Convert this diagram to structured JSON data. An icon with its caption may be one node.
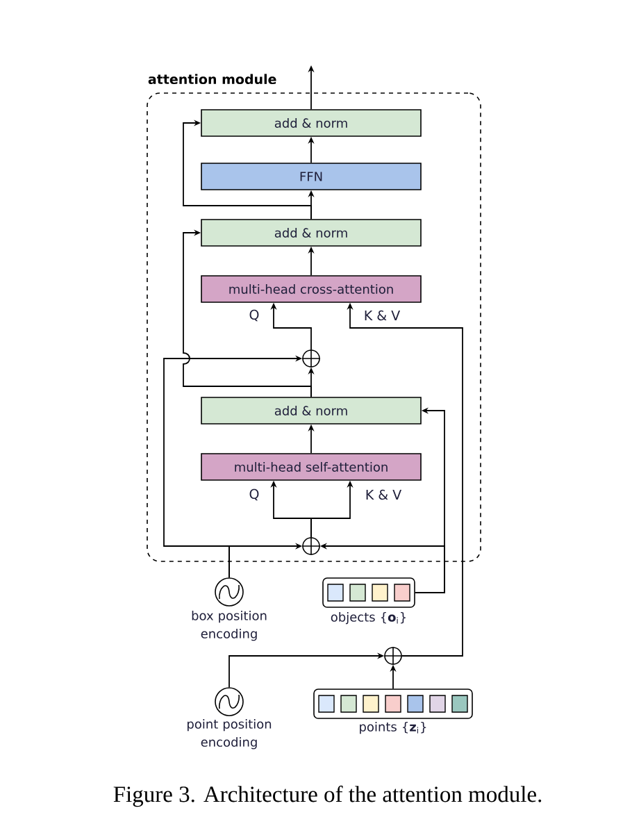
{
  "diagram": {
    "caption": "Figure 3. Architecture of the attention module.",
    "nodes": [
      {
        "text": [
          "attention module"
        ]
      },
      {
        "text": [
          "add & norm"
        ],
        "in": 0
      },
      {
        "text": [
          "FFN"
        ],
        "in": 0
      },
      {
        "text": [
          "add & norm"
        ],
        "in": 0
      },
      {
        "text": [
          "multi-head cross-attention"
        ],
        "in": 0
      },
      {
        "text": [],
        "shape": "circle",
        "in": 0
      },
      {
        "text": [
          "add & norm"
        ],
        "in": 0
      },
      {
        "text": [
          "multi-head  self-attention"
        ],
        "in": 0
      },
      {
        "text": [],
        "shape": "circle",
        "in": 0
      },
      {
        "text": [],
        "shape": "circle",
        "beside": [
          "box position encoding"
        ]
      },
      {
        "text": [],
        "shape": "box",
        "beside": [
          "objects {**o**$_{i}$}"
        ]
      },
      {
        "text": [],
        "shape": "circle"
      },
      {
        "text": [],
        "shape": "circle",
        "beside": [
          "point position encoding"
        ]
      },
      {
        "text": [],
        "shape": "box",
        "beside": [
          "points {**z**$_{i}$}"
        ]
      }
    ],
    "edges": [
      {
        "from": 1,
        "to": null,
        "arrow": "to"
      },
      {
        "from": 2,
        "to": 1,
        "arrow": "to"
      },
      {
        "from": 3,
        "to": 2,
        "arrow": "to"
      },
      {
        "from": 3,
        "to": 1,
        "arrow": "to"
      },
      {
        "from": 4,
        "to": 3,
        "arrow": "to"
      },
      {
        "from": 5,
        "to": 4,
        "arrow": "to",
        "label": "Q"
      },
      {
        "from": 11,
        "to": 4,
        "arrow": "to",
        "label": "K & V"
      },
      {
        "from": 6,
        "to": 5,
        "arrow": "to"
      },
      {
        "from": 6,
        "to": 3,
        "arrow": "to"
      },
      {
        "from": 9,
        "to": 5,
        "arrow": "to"
      },
      {
        "from": 9,
        "to": 8,
        "arrow": "to"
      },
      {
        "from": 8,
        "to": 7,
        "arrow": "to",
        "label": "Q"
      },
      {
        "from": 8,
        "to": 7,
        "arrow": "to",
        "label": "K & V"
      },
      {
        "from": 7,
        "to": 6,
        "arrow": "to"
      },
      {
        "from": 10,
        "to": 8,
        "arrow": "to"
      },
      {
        "from": 10,
        "to": 6,
        "arrow": "to"
      },
      {
        "from": 12,
        "to": 11,
        "arrow": "to"
      },
      {
        "from": 13,
        "to": 11,
        "arrow": "to"
      }
    ]
  }
}
